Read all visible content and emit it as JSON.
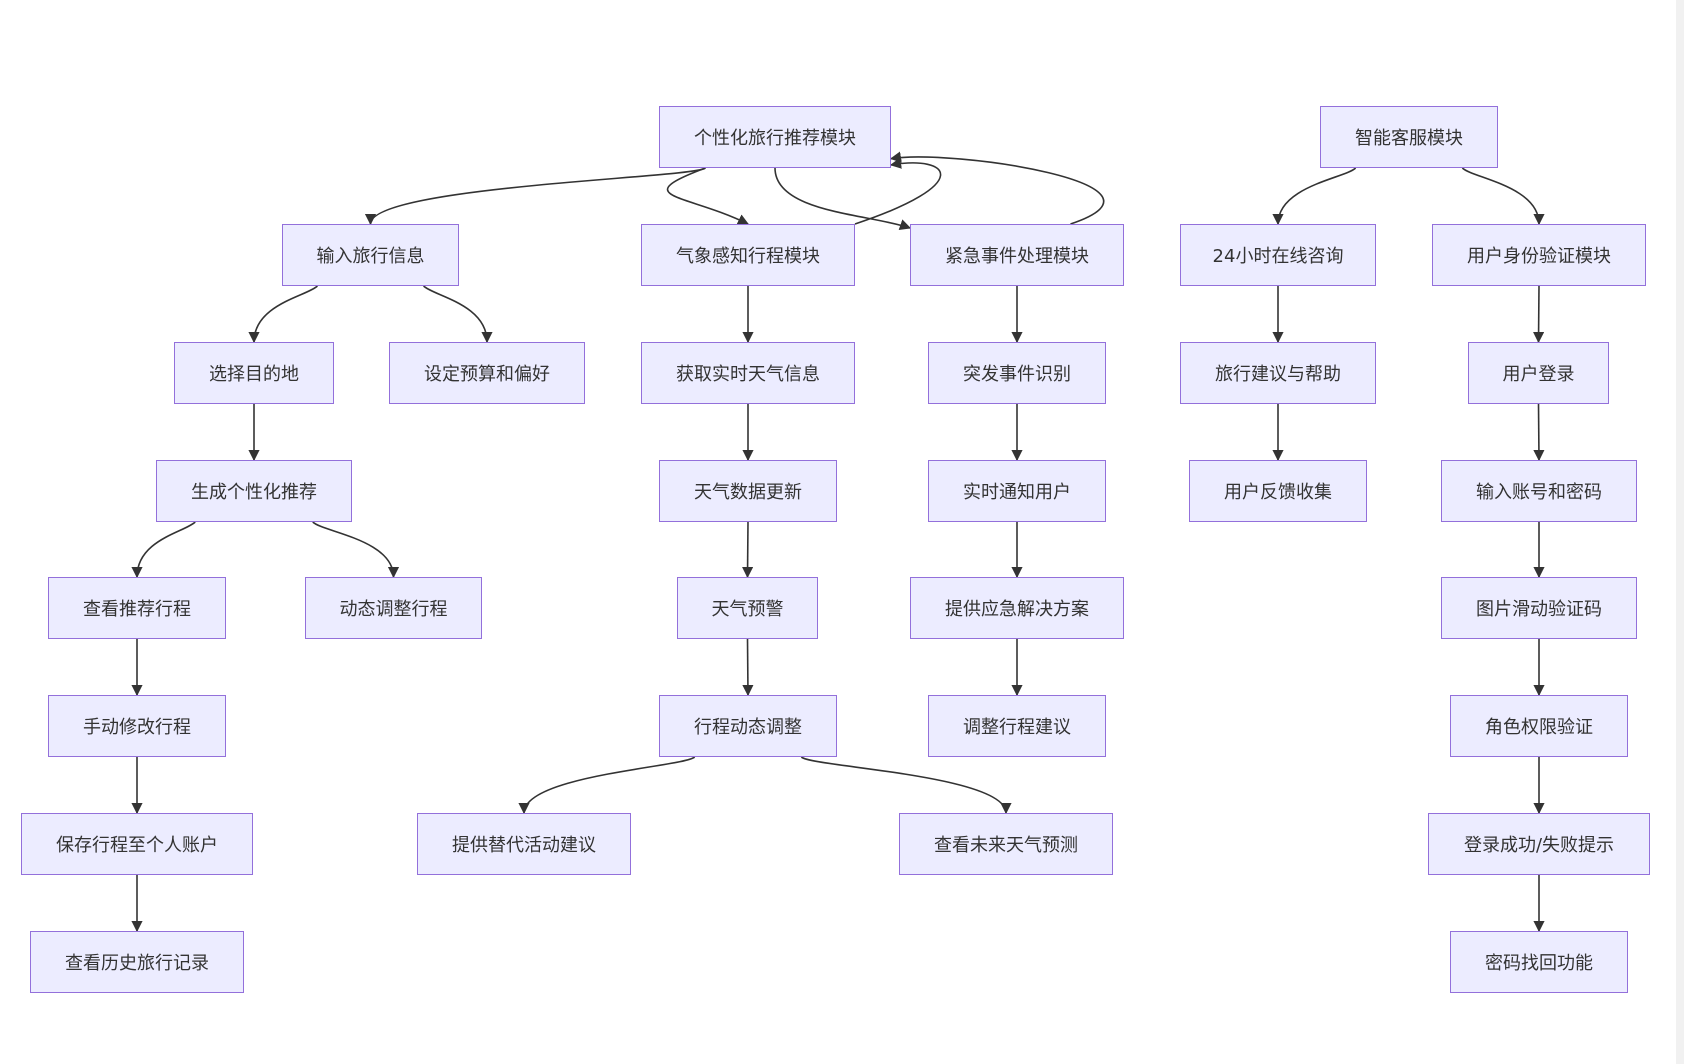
{
  "diagram": {
    "type": "flowchart",
    "nodes": {
      "n1": "个性化旅行推荐模块",
      "n2": "输入旅行信息",
      "n3": "选择目的地",
      "n4": "设定预算和偏好",
      "n5": "生成个性化推荐",
      "n6": "查看推荐行程",
      "n7": "动态调整行程",
      "n8": "手动修改行程",
      "n9": "保存行程至个人账户",
      "n10": "查看历史旅行记录",
      "w1": "气象感知行程模块",
      "w2": "获取实时天气信息",
      "w3": "天气数据更新",
      "w4": "天气预警",
      "w5": "行程动态调整",
      "w6": "提供替代活动建议",
      "w7": "查看未来天气预测",
      "e1": "紧急事件处理模块",
      "e2": "突发事件识别",
      "e3": "实时通知用户",
      "e4": "提供应急解决方案",
      "e5": "调整行程建议",
      "s1": "智能客服模块",
      "s2": "24小时在线咨询",
      "s3": "旅行建议与帮助",
      "s4": "用户反馈收集",
      "s5": "用户身份验证模块",
      "s6": "用户登录",
      "s7": "输入账号和密码",
      "s8": "图片滑动验证码",
      "s9": "角色权限验证",
      "s10": "登录成功/失败提示",
      "s11": "密码找回功能"
    },
    "edges": [
      [
        "n1",
        "n2"
      ],
      [
        "n2",
        "n3"
      ],
      [
        "n2",
        "n4"
      ],
      [
        "n3",
        "n5"
      ],
      [
        "n5",
        "n6"
      ],
      [
        "n5",
        "n7"
      ],
      [
        "n6",
        "n8"
      ],
      [
        "n8",
        "n9"
      ],
      [
        "n9",
        "n10"
      ],
      [
        "n1",
        "w1"
      ],
      [
        "w1",
        "n1"
      ],
      [
        "w1",
        "w2"
      ],
      [
        "w2",
        "w3"
      ],
      [
        "w3",
        "w4"
      ],
      [
        "w4",
        "w5"
      ],
      [
        "w5",
        "w6"
      ],
      [
        "w5",
        "w7"
      ],
      [
        "n1",
        "e1"
      ],
      [
        "e1",
        "n1"
      ],
      [
        "e1",
        "e2"
      ],
      [
        "e2",
        "e3"
      ],
      [
        "e3",
        "e4"
      ],
      [
        "e4",
        "e5"
      ],
      [
        "s1",
        "s2"
      ],
      [
        "s1",
        "s5"
      ],
      [
        "s2",
        "s3"
      ],
      [
        "s3",
        "s4"
      ],
      [
        "s5",
        "s6"
      ],
      [
        "s6",
        "s7"
      ],
      [
        "s7",
        "s8"
      ],
      [
        "s8",
        "s9"
      ],
      [
        "s9",
        "s10"
      ],
      [
        "s10",
        "s11"
      ]
    ]
  }
}
